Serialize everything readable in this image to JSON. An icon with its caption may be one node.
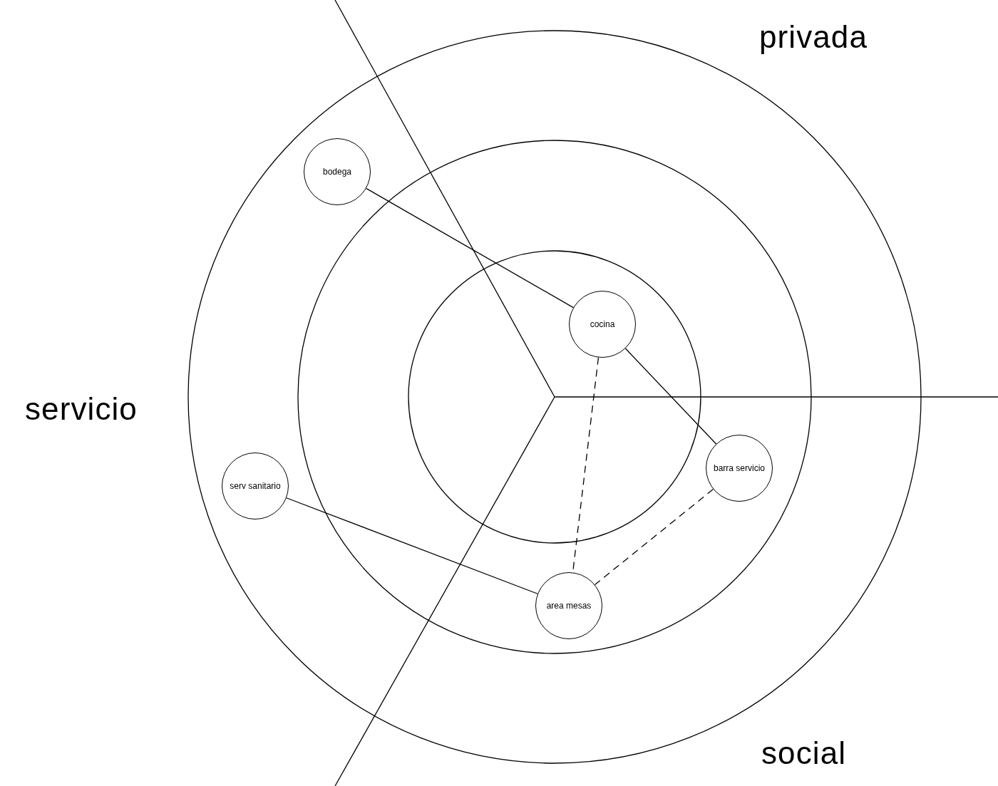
{
  "diagram": {
    "nodes": [
      {
        "text": [
          "bodega"
        ]
      },
      {
        "text": [
          "cocina"
        ]
      },
      {
        "text": [
          "serv sanitario"
        ]
      },
      {
        "text": [
          "barra servicio"
        ]
      },
      {
        "text": [
          "area mesas"
        ]
      }
    ],
    "edges": [
      {
        "from": 0,
        "to": 1,
        "arrow": "none"
      },
      {
        "from": 1,
        "to": 3,
        "arrow": "none"
      },
      {
        "from": 1,
        "to": 4,
        "arrow": "none",
        "style": "dashed"
      },
      {
        "from": 3,
        "to": 4,
        "arrow": "none",
        "style": "dashed"
      },
      {
        "from": 2,
        "to": 4,
        "arrow": "none"
      }
    ],
    "labels": [
      "privada",
      "servicio",
      "social"
    ]
  }
}
